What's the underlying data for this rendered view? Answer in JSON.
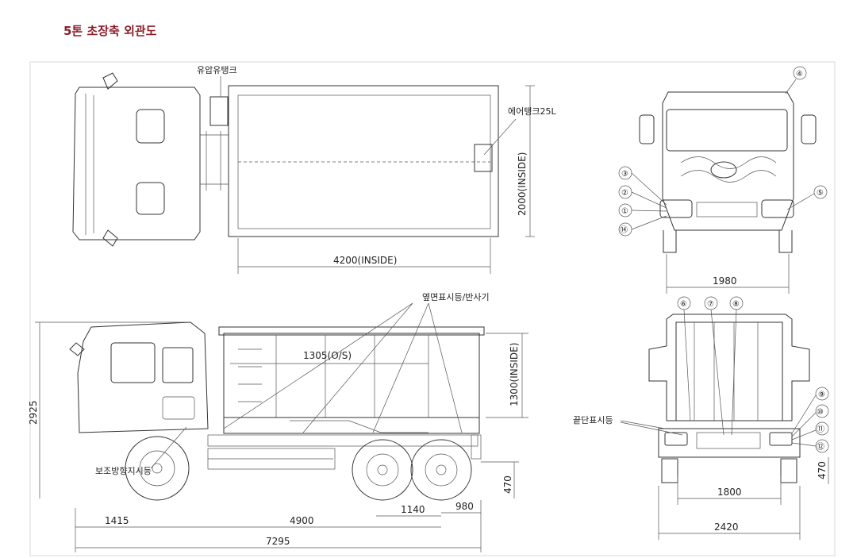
{
  "title": "5톤 초장축 외관도",
  "top_view": {
    "hydraulic_tank_label": "유압유탱크",
    "air_tank_label": "에어탱크25L",
    "width_dim": "2000(INSIDE)",
    "length_dim": "4200(INSIDE)"
  },
  "front_view": {
    "width_dim": "1980",
    "callouts": [
      "④",
      "③",
      "②",
      "①",
      "⑭",
      "⑤"
    ]
  },
  "side_view": {
    "side_marker_label": "옆면표시등/반사기",
    "aux_turn_label": "보조방향지시등",
    "dims": {
      "overall_height": "2925",
      "body_height": "1300(INSIDE)",
      "overhang_inside": "1305(O/S)",
      "front_overhang": "1415",
      "wheelbase": "4900",
      "overall_length": "7295",
      "tandem": "1140",
      "rear_overhang": "980",
      "floor_height": "470"
    }
  },
  "rear_view": {
    "end_marker_label": "끝단표시등",
    "track_dim": "1800",
    "overall_width_dim": "2420",
    "floor_height": "470",
    "callouts_top": [
      "⑥",
      "⑦",
      "⑧"
    ],
    "callouts_side": [
      "⑨",
      "⑩",
      "⑪",
      "⑫"
    ]
  }
}
